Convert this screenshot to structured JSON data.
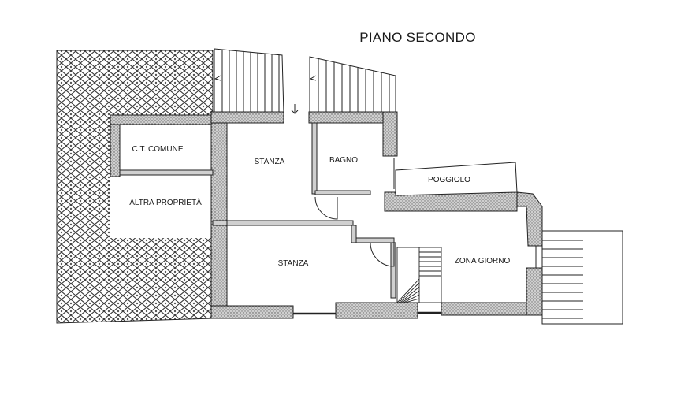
{
  "title": "PIANO SECONDO",
  "rooms": {
    "ct_comune": "C.T. COMUNE",
    "altra_proprieta": "ALTRA PROPRIETÀ",
    "stanza_1": "STANZA",
    "bagno": "BAGNO",
    "poggiolo": "POGGIOLO",
    "stanza_2": "STANZA",
    "zona_giorno": "ZONA GIORNO"
  },
  "colors": {
    "ink": "#1a1a1a",
    "wall_fill": "#d9d9d9",
    "background": "#ffffff"
  }
}
